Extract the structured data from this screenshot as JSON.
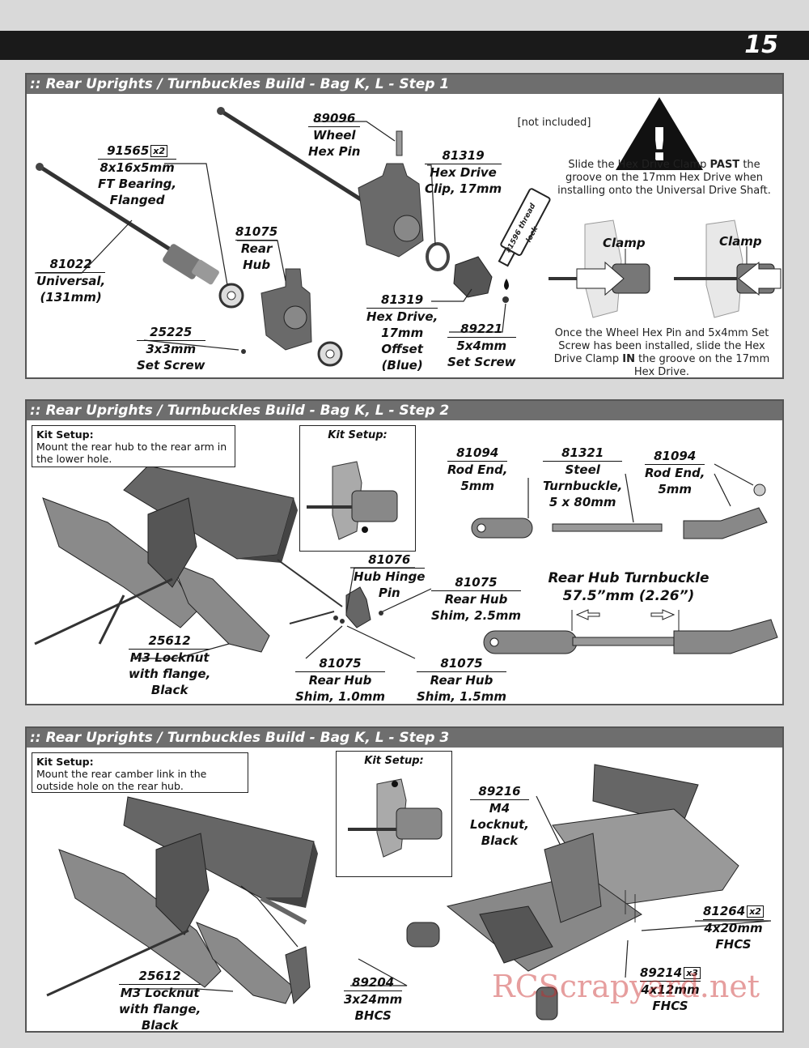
{
  "page_number": "15",
  "step1": {
    "title": ":: Rear Uprights / Turnbuckles Build - Bag K, L - Step 1",
    "labels": [
      {
        "part": "91565",
        "qty": "x2",
        "desc": [
          "8x16x5mm",
          "FT Bearing,",
          "Flanged"
        ]
      },
      {
        "part": "81022",
        "desc": [
          "Universal,",
          "(131mm)"
        ]
      },
      {
        "part": "89096",
        "desc": [
          "Wheel",
          "Hex Pin"
        ]
      },
      {
        "part": "81075",
        "desc": [
          "Rear",
          "Hub"
        ]
      },
      {
        "part": "81319",
        "desc": [
          "Hex Drive",
          "Clip, 17mm"
        ]
      },
      {
        "part": "81319",
        "desc": [
          "Hex Drive,",
          "17mm",
          "Offset",
          "(Blue)"
        ]
      },
      {
        "part": "25225",
        "desc": [
          "3x3mm",
          "Set Screw"
        ]
      },
      {
        "part": "89221",
        "desc": [
          "5x4mm",
          "Set Screw"
        ]
      }
    ],
    "not_included": "[not included]",
    "threadlock": "#1596 thread lock",
    "warning_text": [
      "Slide the Hex Drive Clamp ",
      "PAST",
      " the groove on the 17mm Hex Drive when installing onto the Universal Drive Shaft."
    ],
    "clamp_label_1": "Clamp",
    "clamp_label_2": "Clamp",
    "bottom_note": [
      "Once the Wheel Hex Pin and 5x4mm Set Screw has been installed, slide the Hex Drive Clamp ",
      "IN",
      " the groove on the 17mm Hex Drive."
    ]
  },
  "step2": {
    "title": ":: Rear Uprights / Turnbuckles Build - Bag K, L - Step 2",
    "kit_setup_title": "Kit Setup:",
    "kit_setup_text": "Mount the rear hub to the rear arm in the lower hole.",
    "kit_setup_image_title": "Kit Setup:",
    "labels": [
      {
        "part": "81094",
        "desc": [
          "Rod End,",
          "5mm"
        ]
      },
      {
        "part": "81321",
        "desc": [
          "Steel",
          "Turnbuckle,",
          "5 x 80mm"
        ]
      },
      {
        "part": "81094",
        "desc": [
          "Rod End,",
          "5mm"
        ]
      },
      {
        "part": "81076",
        "desc": [
          "Hub Hinge",
          "Pin"
        ]
      },
      {
        "part": "81075",
        "desc": [
          "Rear Hub",
          "Shim, 2.5mm"
        ]
      },
      {
        "part": "25612",
        "desc": [
          "M3 Locknut",
          "with flange,",
          "Black"
        ]
      },
      {
        "part": "81075",
        "desc": [
          "Rear Hub",
          "Shim, 1.0mm"
        ]
      },
      {
        "part": "81075",
        "desc": [
          "Rear Hub",
          "Shim, 1.5mm"
        ]
      }
    ],
    "turnbuckle_title": "Rear Hub Turnbuckle",
    "turnbuckle_length": "57.5”mm (2.26”)"
  },
  "step3": {
    "title": ":: Rear Uprights / Turnbuckles Build - Bag K, L - Step 3",
    "kit_setup_title": "Kit Setup:",
    "kit_setup_text": "Mount the rear camber link in the outside hole on the rear hub.",
    "kit_setup_image_title": "Kit Setup:",
    "labels": [
      {
        "part": "89216",
        "desc": [
          "M4",
          "Locknut,",
          "Black"
        ]
      },
      {
        "part": "81264",
        "qty": "x2",
        "desc": [
          "4x20mm",
          "FHCS"
        ]
      },
      {
        "part": "89214",
        "qty": "x3",
        "desc": [
          "4x12mm",
          "FHCS"
        ]
      },
      {
        "part": "25612",
        "desc": [
          "M3 Locknut",
          "with flange,",
          "Black"
        ]
      },
      {
        "part": "89204",
        "desc": [
          "3x24mm",
          "BHCS"
        ]
      }
    ]
  },
  "watermark": "RCScrapyard.net"
}
